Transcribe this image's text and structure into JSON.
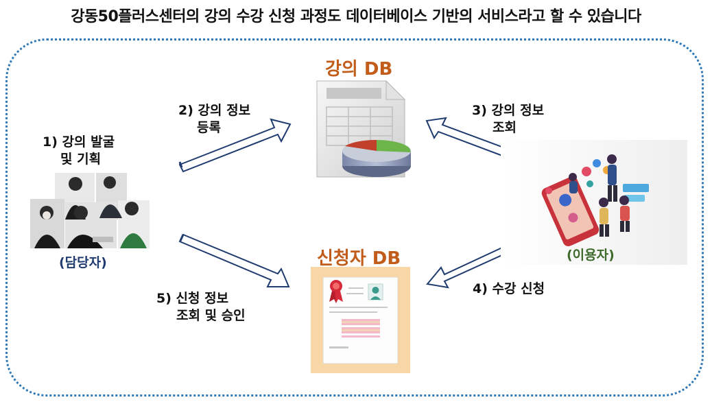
{
  "title": "강동50플러스센터의 강의 수강 신청 과정도 데이터베이스 기반의 서비스라고 할 수 있습니다",
  "nodes": {
    "course_db": {
      "label": "강의 DB"
    },
    "applicant_db": {
      "label": "신청자 DB"
    },
    "staff": {
      "step_line1": "1)  강의 발굴",
      "step_line2": "및 기획",
      "role": "(담당자)"
    },
    "users": {
      "role": "(이용자)"
    }
  },
  "steps": {
    "s2": {
      "line1": "2) 강의 정보",
      "line2": "등록"
    },
    "s3": {
      "line1": "3) 강의 정보",
      "line2": "조회"
    },
    "s4": {
      "line1": "4) 수강 신청"
    },
    "s5": {
      "line1": "5) 신청 정보",
      "line2": "조회 및 승인"
    }
  },
  "colors": {
    "frame": "#2f78b5",
    "db_title": "#c15c1a",
    "arrow_stroke": "#1f3b6f",
    "staff_role": "#1f3b6f",
    "users_role": "#3f6b2a",
    "certificate_bg": "#f8d6a6"
  },
  "icons": [
    "database-document-icon",
    "certificate-icon",
    "staff-photo",
    "users-illustration"
  ]
}
